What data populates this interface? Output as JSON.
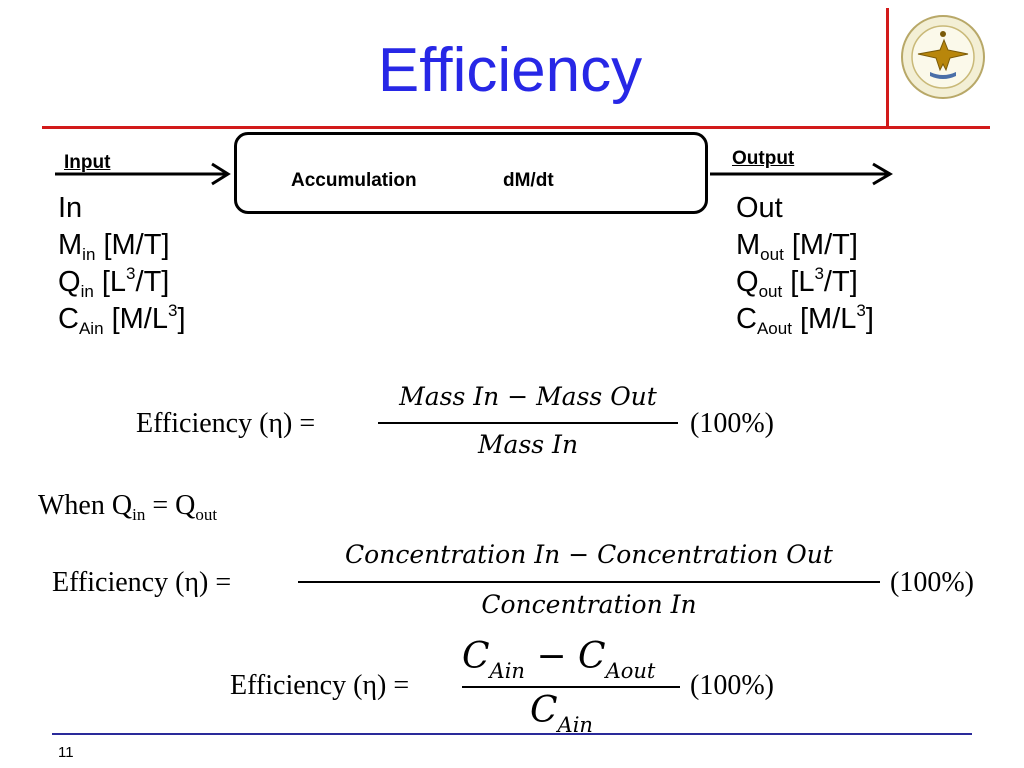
{
  "slide": {
    "title": "Efficiency",
    "page_number": "11",
    "title_color": "#2727e6",
    "accent_line_color": "#d21a1a",
    "logo_icon": "university-seal-icon"
  },
  "diagram": {
    "box_word1": "Accumulation",
    "box_word2": "dM/dt",
    "input_label": "Input",
    "output_label": "Output"
  },
  "inputs": {
    "in": "In",
    "m_base": "M",
    "m_sub": "in",
    "m_unit": "[M/T]",
    "q_base": "Q",
    "q_sub": "in",
    "q_unit_pre": "[L",
    "q_unit_sup": "3",
    "q_unit_post": "/T]",
    "c_base": "C",
    "c_sub": "Ain",
    "c_unit_pre": "[M/L",
    "c_unit_sup": "3",
    "c_unit_post": "]"
  },
  "outputs": {
    "out": "Out",
    "m_base": "M",
    "m_sub": "out",
    "m_unit": "[M/T]",
    "q_base": "Q",
    "q_sub": "out",
    "q_unit_pre": "[L",
    "q_unit_sup": "3",
    "q_unit_post": "/T]",
    "c_base": "C",
    "c_sub": "Aout",
    "c_unit_pre": "[M/L",
    "c_unit_sup": "3",
    "c_unit_post": "]"
  },
  "equations": {
    "lhs": "Efficiency (η) =",
    "factor": "(100%)",
    "eq1_num": "Mass In − Mass Out",
    "eq1_den": "Mass In",
    "eq2_num": "Concentration In − Concentration Out",
    "eq2_den": "Concentration In",
    "eq3_num_a": "C",
    "eq3_num_a_sub": "Ain",
    "eq3_minus": " − ",
    "eq3_num_b": "C",
    "eq3_num_b_sub": "Aout",
    "eq3_den": "C",
    "eq3_den_sub": "Ain"
  },
  "condition": {
    "when": "When ",
    "q1": "Q",
    "q1_sub": "in",
    "eq": " = ",
    "q2": "Q",
    "q2_sub": "out"
  }
}
